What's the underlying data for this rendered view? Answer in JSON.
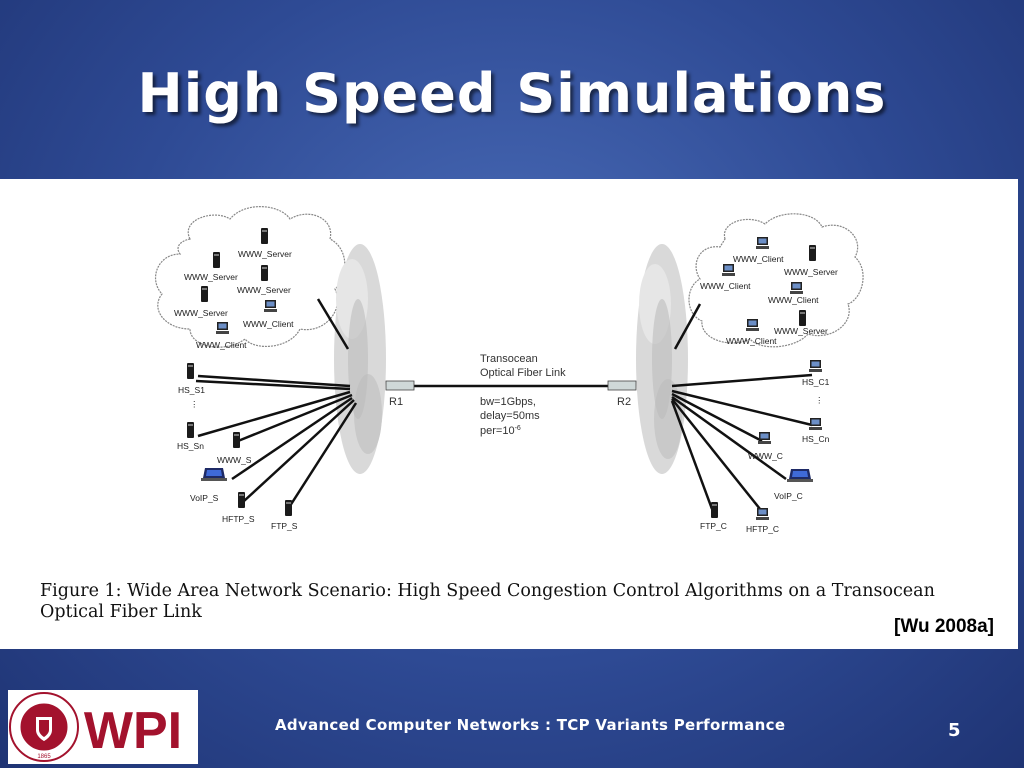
{
  "slide": {
    "title": "High Speed Simulations",
    "citation": "[Wu 2008a]",
    "footer": "Advanced Computer Networks :   TCP Variants Performance",
    "page_number": "5"
  },
  "figure": {
    "caption": "Figure 1:  Wide Area Network Scenario:  High Speed Congestion Control Algorithms on a Transocean Optical Fiber Link",
    "link_label_1": "Transocean",
    "link_label_2": "Optical Fiber Link",
    "link_bw": "bw=1Gbps,",
    "link_delay": "delay=50ms",
    "link_per": "per=10",
    "link_per_exp": "-6",
    "router_left": "R1",
    "router_right": "R2",
    "left_cloud": [
      "WWW_Server",
      "WWW_Server",
      "WWW_Server",
      "WWW_Server",
      "WWW_Client",
      "WWW_Client"
    ],
    "right_cloud": [
      "WWW_Client",
      "WWW_Server",
      "WWW_Client",
      "WWW_Client",
      "WWW_Server",
      "WWW_Client"
    ],
    "left_nodes": [
      "HS_S1",
      "HS_Sn",
      "WWW_S",
      "VoIP_S",
      "HFTP_S",
      "FTP_S"
    ],
    "right_nodes": [
      "HS_C1",
      "HS_Cn",
      "WWW_C",
      "VoIP_C",
      "HFTP_C",
      "FTP_C"
    ]
  },
  "logo": {
    "text": "WPI",
    "seal_text": "WORCESTER POLYTECHNIC INSTITUTE",
    "year": "1865"
  }
}
